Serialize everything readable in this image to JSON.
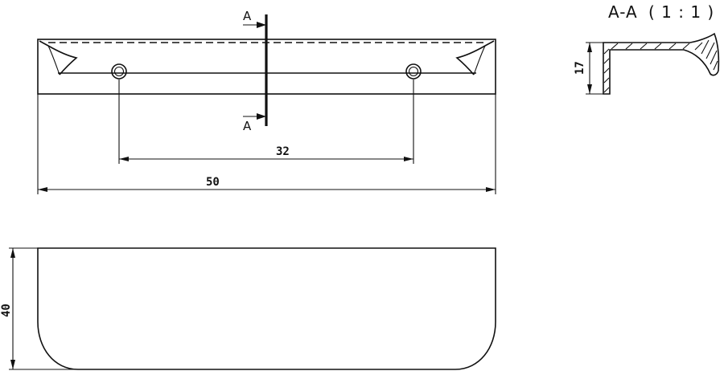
{
  "section": {
    "marker_label": "A",
    "title": "A-A",
    "scale": "( 1 : 1 )"
  },
  "dimensions": {
    "hole_spacing": "32",
    "overall_length": "50",
    "section_height": "17",
    "front_height": "40"
  },
  "colors": {
    "line": "#111111",
    "background": "#ffffff"
  }
}
